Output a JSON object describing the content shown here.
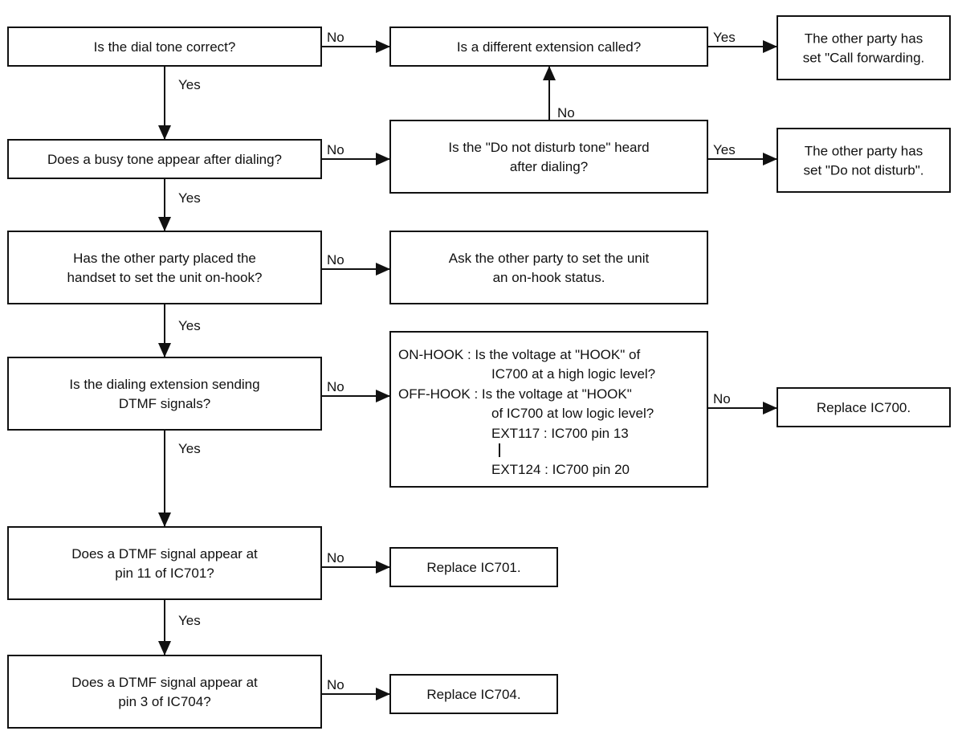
{
  "nodes": [
    {
      "id": "q_dial_tone",
      "lines": [
        "Is the dial tone correct?"
      ]
    },
    {
      "id": "q_busy_tone",
      "lines": [
        "Does a busy tone appear after dialing?"
      ]
    },
    {
      "id": "q_handset",
      "lines": [
        "Has the other party placed the",
        "handset to set the unit on-hook?"
      ]
    },
    {
      "id": "q_dtmf_sending",
      "lines": [
        "Is the dialing extension sending",
        "DTMF signals?"
      ]
    },
    {
      "id": "q_dtmf_ic701",
      "lines": [
        "Does a DTMF signal appear at",
        "pin 11 of IC701?"
      ]
    },
    {
      "id": "q_dtmf_ic704",
      "lines": [
        "Does a DTMF signal appear at",
        "pin 3 of IC704?"
      ]
    },
    {
      "id": "q_different_ext",
      "lines": [
        "Is a different extension called?"
      ]
    },
    {
      "id": "r_call_forwarding",
      "lines": [
        "The other party has",
        "set \"Call forwarding."
      ]
    },
    {
      "id": "q_dnd_tone",
      "lines": [
        "Is the \"Do not disturb tone\" heard",
        "after dialing?"
      ]
    },
    {
      "id": "r_dnd",
      "lines": [
        "The other party has",
        "set \"Do not disturb\"."
      ]
    },
    {
      "id": "a_onhook_status",
      "lines": [
        "Ask the other party to set the unit",
        "an on-hook status."
      ]
    },
    {
      "id": "q_hook_voltage",
      "lines": [
        "ON-HOOK : Is the voltage at  \"HOOK\" of",
        "IC700 at a high logic level?",
        "OFF-HOOK : Is the voltage at \"HOOK\"",
        "of IC700 at low logic level?",
        "EXT117 : IC700 pin 13",
        "EXT124 : IC700 pin 20"
      ]
    },
    {
      "id": "r_ic700",
      "lines": [
        "Replace IC700."
      ]
    },
    {
      "id": "r_ic701",
      "lines": [
        "Replace IC701."
      ]
    },
    {
      "id": "r_ic704",
      "lines": [
        "Replace IC704."
      ]
    }
  ],
  "edges": [
    {
      "from": "q_dial_tone",
      "to": "q_busy_tone",
      "label": "Yes"
    },
    {
      "from": "q_busy_tone",
      "to": "q_handset",
      "label": "Yes"
    },
    {
      "from": "q_handset",
      "to": "q_dtmf_sending",
      "label": "Yes"
    },
    {
      "from": "q_dtmf_sending",
      "to": "q_dtmf_ic701",
      "label": "Yes"
    },
    {
      "from": "q_dtmf_ic701",
      "to": "q_dtmf_ic704",
      "label": "Yes"
    },
    {
      "from": "q_dial_tone",
      "to": "q_different_ext",
      "label": "No"
    },
    {
      "from": "q_different_ext",
      "to": "r_call_forwarding",
      "label": "Yes"
    },
    {
      "from": "q_busy_tone",
      "to": "q_dnd_tone",
      "label": "No"
    },
    {
      "from": "q_dnd_tone",
      "to": "q_different_ext",
      "label": "No"
    },
    {
      "from": "q_dnd_tone",
      "to": "r_dnd",
      "label": "Yes"
    },
    {
      "from": "q_handset",
      "to": "a_onhook_status",
      "label": "No"
    },
    {
      "from": "q_dtmf_sending",
      "to": "q_hook_voltage",
      "label": "No"
    },
    {
      "from": "q_hook_voltage",
      "to": "r_ic700",
      "label": "No"
    },
    {
      "from": "q_dtmf_ic701",
      "to": "r_ic701",
      "label": "No"
    },
    {
      "from": "q_dtmf_ic704",
      "to": "r_ic704",
      "label": "No"
    }
  ]
}
